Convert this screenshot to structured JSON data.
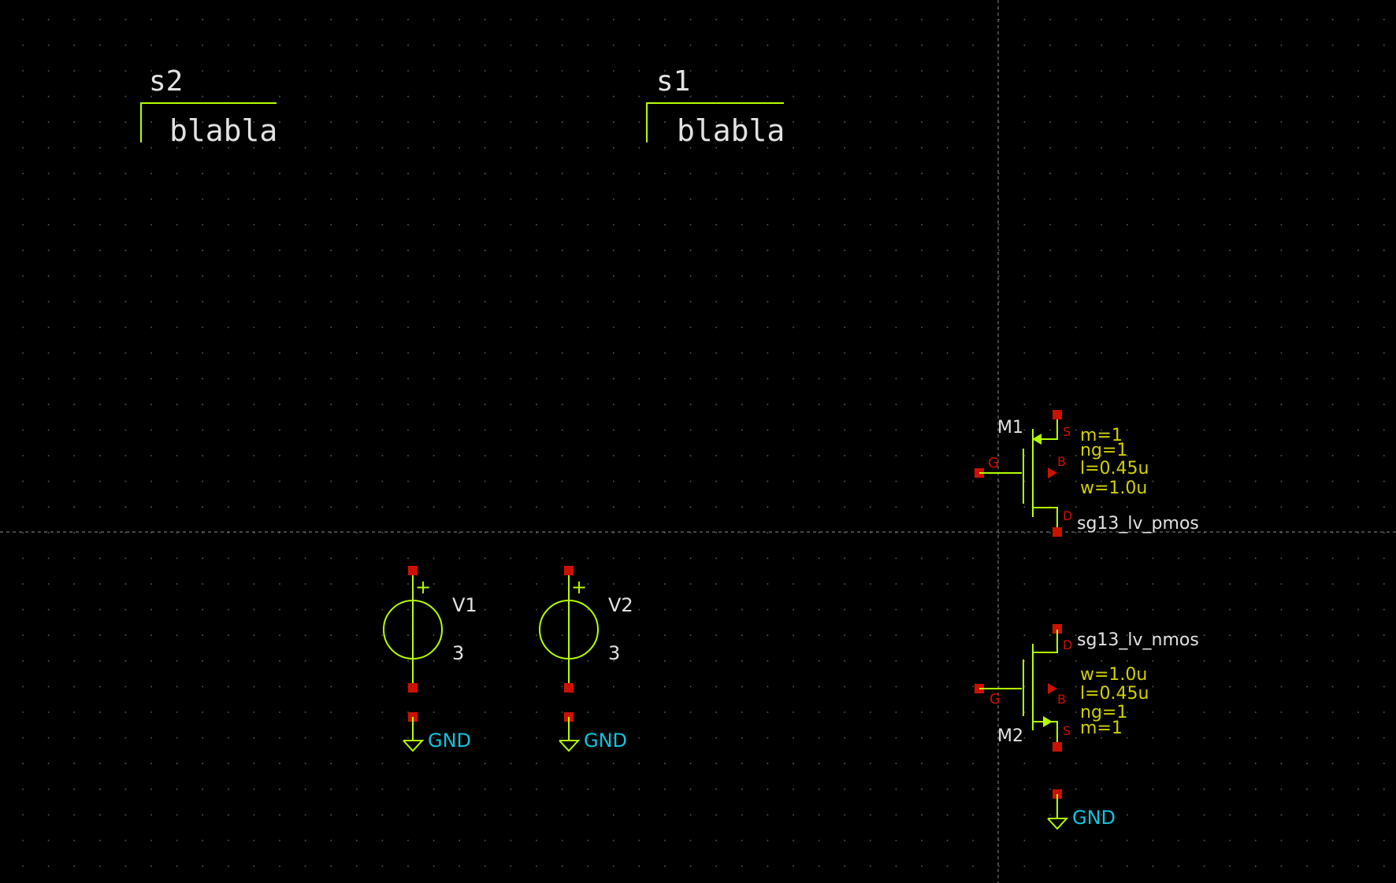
{
  "colors": {
    "background": "#000000",
    "grid": "#5a5a5a",
    "crosshair": "#8a8a8a",
    "wire": "#b4ff00",
    "pin": "#cc1100",
    "label": "#e2e2e2",
    "param": "#d0d000",
    "net": "#0fc3e0"
  },
  "launchers": [
    {
      "title": "s2",
      "text": "blabla"
    },
    {
      "title": "s1",
      "text": "blabla"
    }
  ],
  "sources": [
    {
      "name": "V1",
      "value": "3",
      "plus": "+",
      "gnd": "GND"
    },
    {
      "name": "V2",
      "value": "3",
      "plus": "+",
      "gnd": "GND"
    }
  ],
  "pmos": {
    "name": "M1",
    "model": "sg13_lv_pmos",
    "params": [
      "m=1",
      "ng=1",
      "l=0.45u",
      "w=1.0u"
    ],
    "pins": {
      "g": "G",
      "s": "S",
      "b": "B",
      "d": "D"
    }
  },
  "nmos": {
    "name": "M2",
    "model": "sg13_lv_nmos",
    "params": [
      "w=1.0u",
      "l=0.45u",
      "ng=1",
      "m=1"
    ],
    "pins": {
      "g": "G",
      "s": "S",
      "b": "B",
      "d": "D"
    },
    "gnd": "GND"
  }
}
